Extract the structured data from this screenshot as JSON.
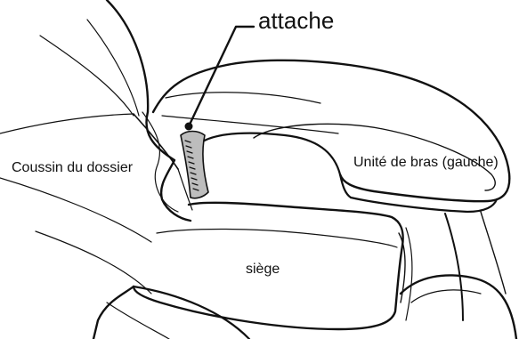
{
  "labels": {
    "attache": "attache",
    "backrest_cushion": "Coussin du dossier",
    "armrest_unit": "Unité de bras (gauche)",
    "seat": "siège"
  },
  "colors": {
    "outline": "#111111",
    "zipper_fill": "#bdbdbd",
    "background": "#ffffff"
  }
}
